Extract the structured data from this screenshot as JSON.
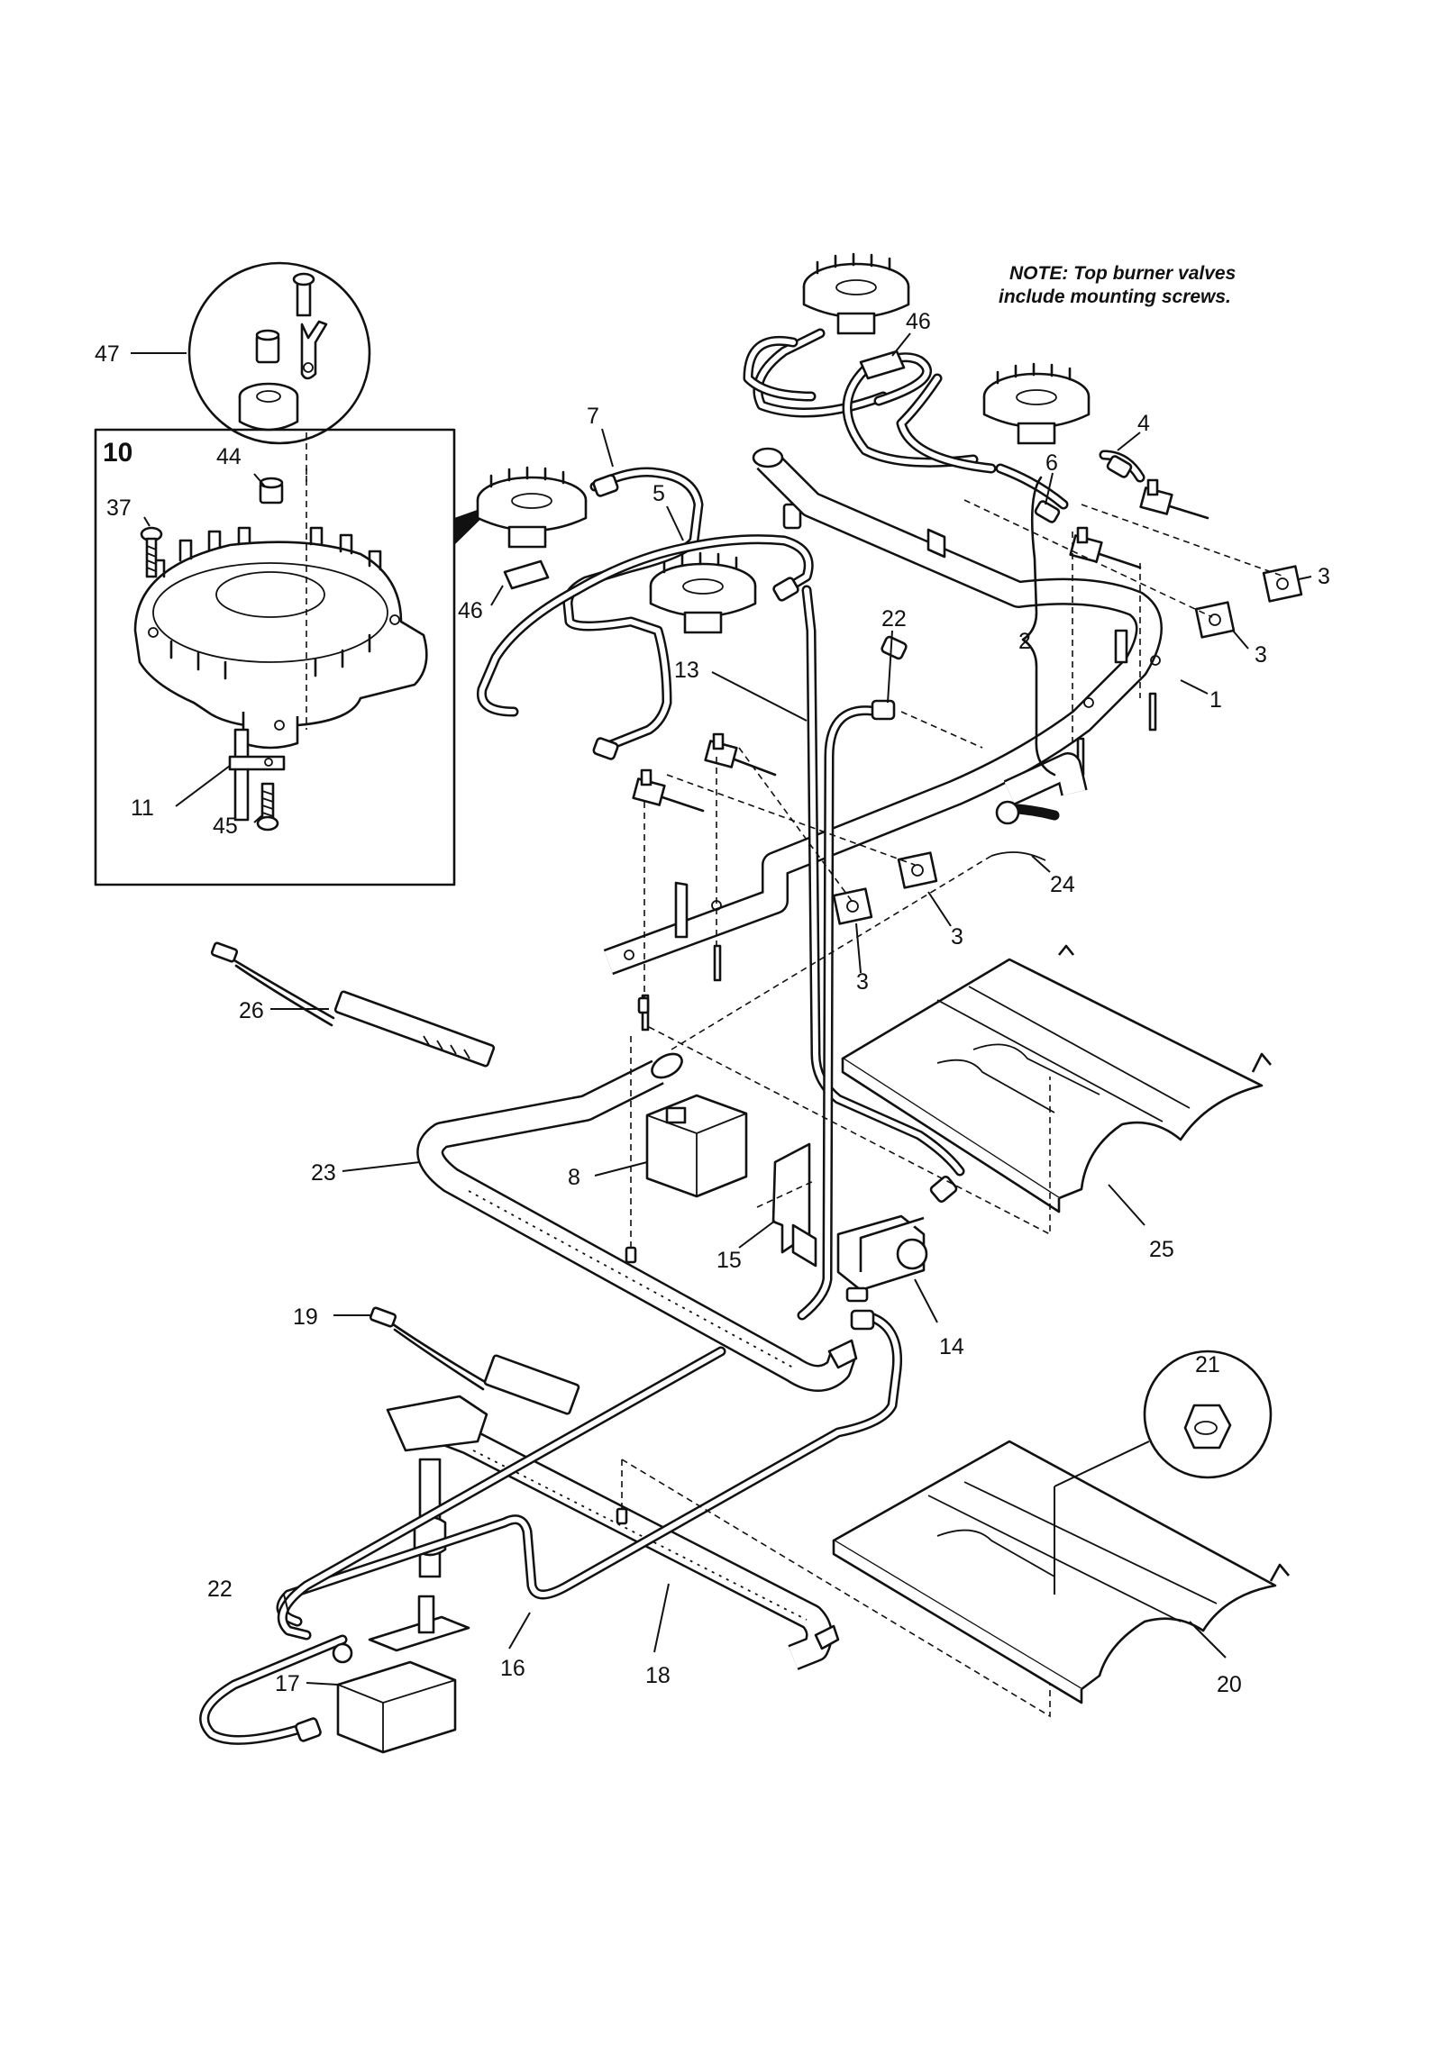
{
  "note": {
    "line1": "NOTE: Top burner valves",
    "line2": "include mounting screws."
  },
  "inset_label": "10",
  "callouts": {
    "c47": "47",
    "c44": "44",
    "c37": "37",
    "c11": "11",
    "c45": "45",
    "c7": "7",
    "c5": "5",
    "c46a": "46",
    "c46b": "46",
    "c4": "4",
    "c6": "6",
    "c3a": "3",
    "c3b": "3",
    "c3c": "3",
    "c3d": "3",
    "c2": "2",
    "c1": "1",
    "c22a": "22",
    "c13": "13",
    "c24": "24",
    "c26": "26",
    "c23": "23",
    "c8": "8",
    "c15": "15",
    "c25": "25",
    "c14": "14",
    "c19": "19",
    "c21": "21",
    "c22b": "22",
    "c17": "17",
    "c16": "16",
    "c18": "18",
    "c20": "20"
  }
}
